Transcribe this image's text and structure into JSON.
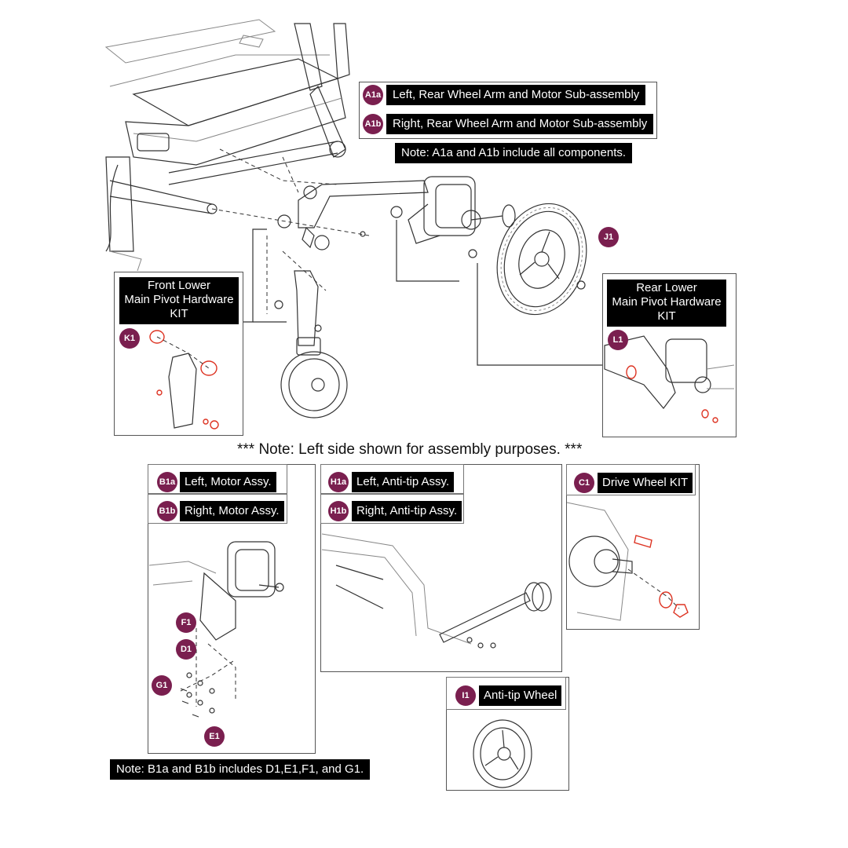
{
  "colors": {
    "badge": "#7a1f4f",
    "label_bg": "#000000",
    "highlight": "#dd3322"
  },
  "labels": {
    "a1a": {
      "badge": "A1a",
      "text": "Left, Rear Wheel Arm and Motor Sub-assembly"
    },
    "a1b": {
      "badge": "A1b",
      "text": "Right, Rear Wheel Arm and Motor Sub-assembly"
    },
    "a_note": "Note: A1a and A1b include all components.",
    "j1": {
      "badge": "J1"
    },
    "front_kit": {
      "line1": "Front Lower",
      "line2": "Main Pivot Hardware",
      "line3": "KIT"
    },
    "k1": {
      "badge": "K1"
    },
    "rear_kit": {
      "line1": "Rear Lower",
      "line2": "Main Pivot Hardware",
      "line3": "KIT"
    },
    "l1": {
      "badge": "L1"
    },
    "center_note": "*** Note: Left side shown for assembly purposes. ***",
    "b1a": {
      "badge": "B1a",
      "text": "Left, Motor Assy."
    },
    "b1b": {
      "badge": "B1b",
      "text": "Right, Motor Assy."
    },
    "f1": {
      "badge": "F1"
    },
    "d1": {
      "badge": "D1"
    },
    "g1": {
      "badge": "G1"
    },
    "e1": {
      "badge": "E1"
    },
    "h1a": {
      "badge": "H1a",
      "text": "Left, Anti-tip Assy."
    },
    "h1b": {
      "badge": "H1b",
      "text": "Right, Anti-tip Assy."
    },
    "c1": {
      "badge": "C1",
      "text": "Drive Wheel KIT"
    },
    "i1": {
      "badge": "I1",
      "text": "Anti-tip Wheel"
    },
    "b_note": "Note: B1a and B1b includes D1,E1,F1, and G1."
  }
}
